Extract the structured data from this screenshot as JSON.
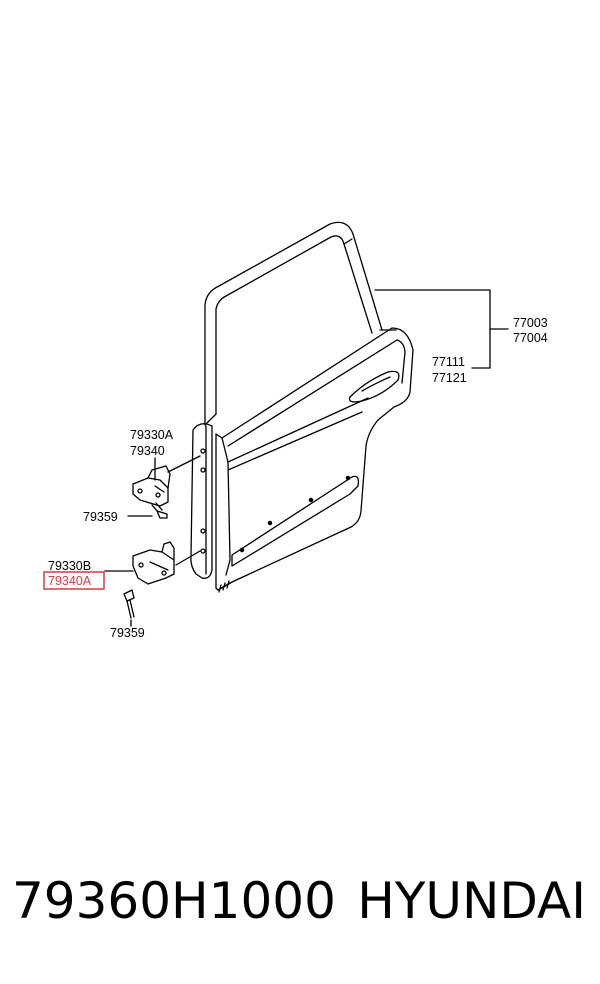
{
  "labels": {
    "p77003": "77003",
    "p77004": "77004",
    "p77111": "77111",
    "p77121": "77121",
    "p79330A": "79330A",
    "p79340": "79340",
    "p79359_upper": "79359",
    "p79330B": "79330B",
    "p79340A": "79340A",
    "p79359_lower": "79359"
  },
  "highlight_color": "#d33c4a",
  "footer": {
    "part_number": "79360H1000",
    "brand": "HYUNDAI"
  }
}
